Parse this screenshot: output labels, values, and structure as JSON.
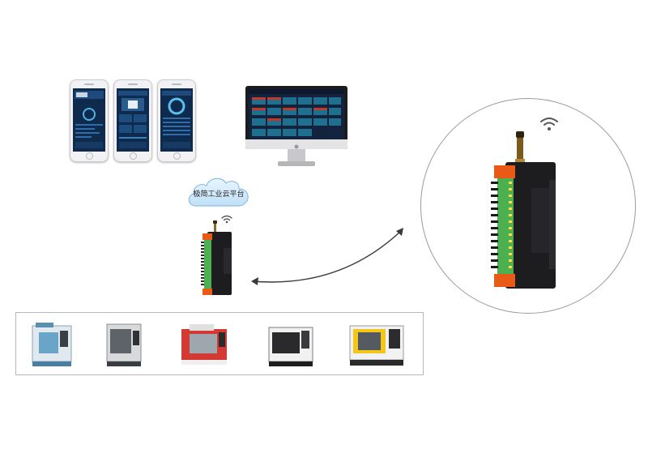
{
  "cloud": {
    "label": "极简工业云平台"
  },
  "colors": {
    "device_orange": "#e85a16",
    "terminal_green": "#4caf50",
    "device_black": "#1d1d1f",
    "screen_navy": "#0e2a4d"
  },
  "icons": [
    "wifi-icon",
    "cloud-icon",
    "bidirectional-arrow-icon"
  ],
  "machines": [
    "cnc-machine-1",
    "cnc-machine-2",
    "cnc-machine-3",
    "cnc-machine-4",
    "cnc-machine-5"
  ]
}
